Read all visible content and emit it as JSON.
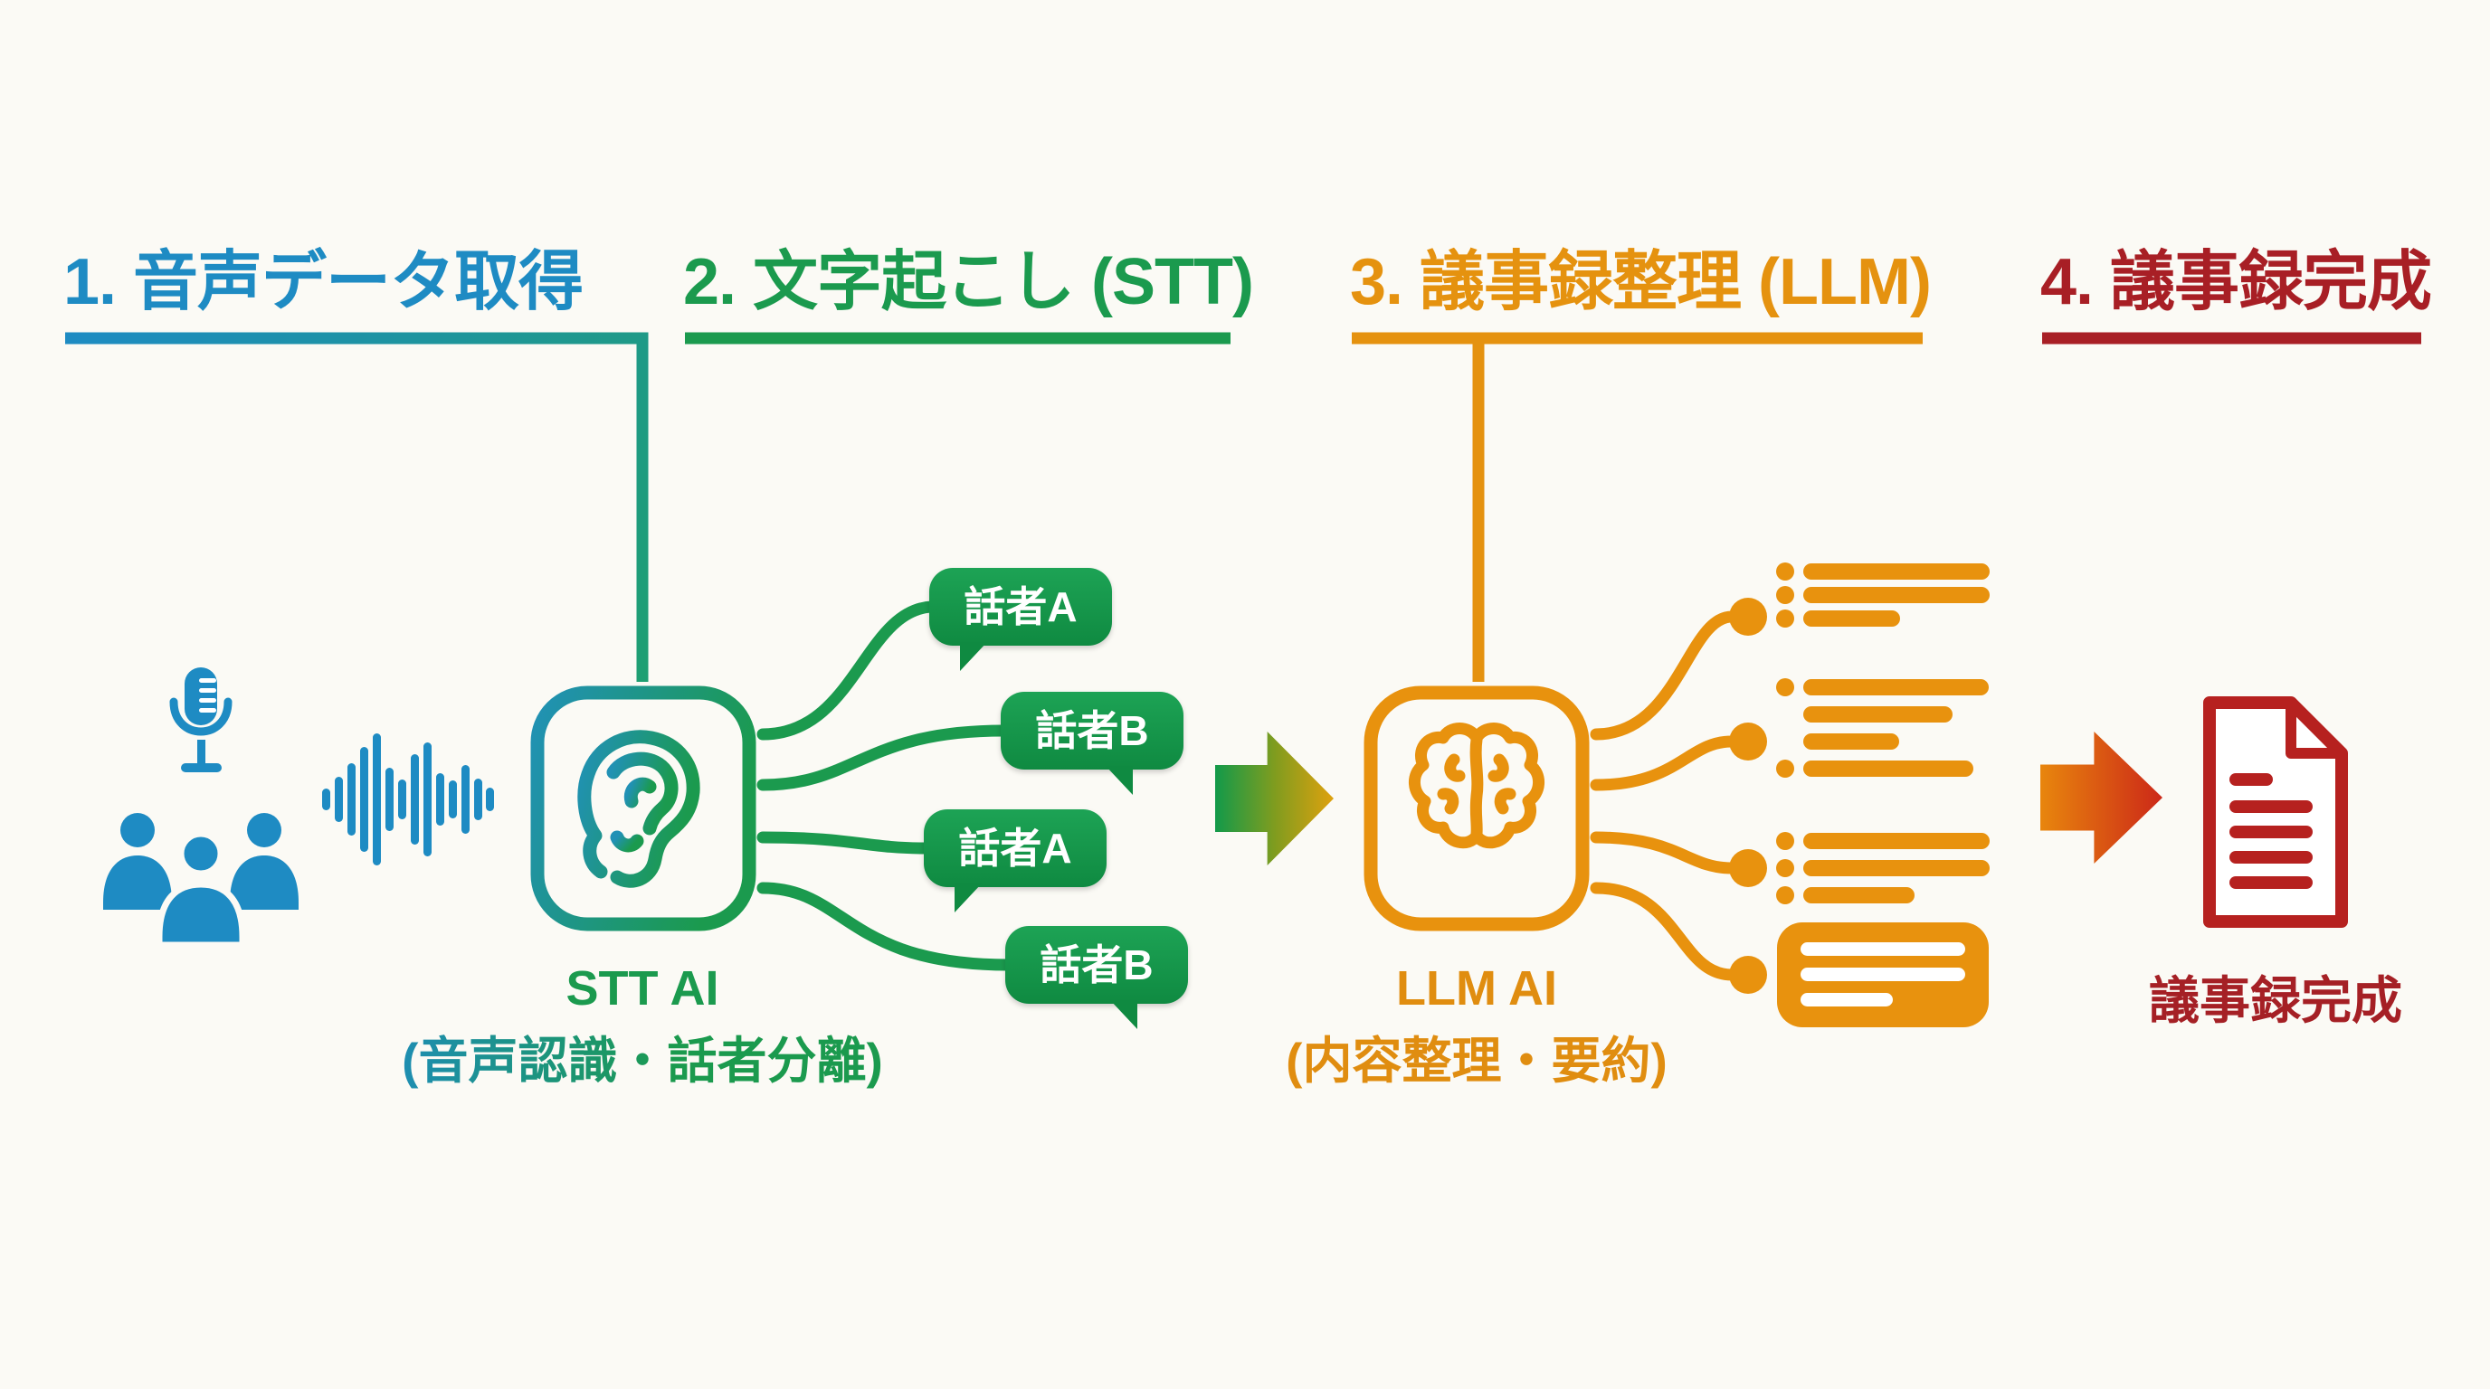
{
  "steps": [
    {
      "label": "1. 音声データ取得",
      "color": "#1e8bc3"
    },
    {
      "label": "2. 文字起こし (STT)",
      "color": "#1b9a4e"
    },
    {
      "label": "3. 議事録整理 (LLM)",
      "color": "#e5920f"
    },
    {
      "label": "4. 議事録完成",
      "color": "#a81f25"
    }
  ],
  "flow": {
    "stt": {
      "name": "STT AI",
      "desc": "(音声認識・話者分離)"
    },
    "llm": {
      "name": "LLM AI",
      "desc": "(内容整理・要約)"
    },
    "speakers": [
      "話者A",
      "話者B",
      "話者A",
      "話者B"
    ],
    "result": {
      "label": "議事録完成"
    }
  },
  "icons": {
    "microphone": "microphone-icon",
    "people": "meeting-people-icon",
    "waveform": "audio-waveform-icon",
    "ear": "ear-icon",
    "brain": "brain-icon",
    "document": "document-icon"
  },
  "colors": {
    "background": "#fbfaf5",
    "blue": "#1e8bc3",
    "green": "#1b9a4e",
    "orange": "#e8920e",
    "red": "#b6211f"
  }
}
